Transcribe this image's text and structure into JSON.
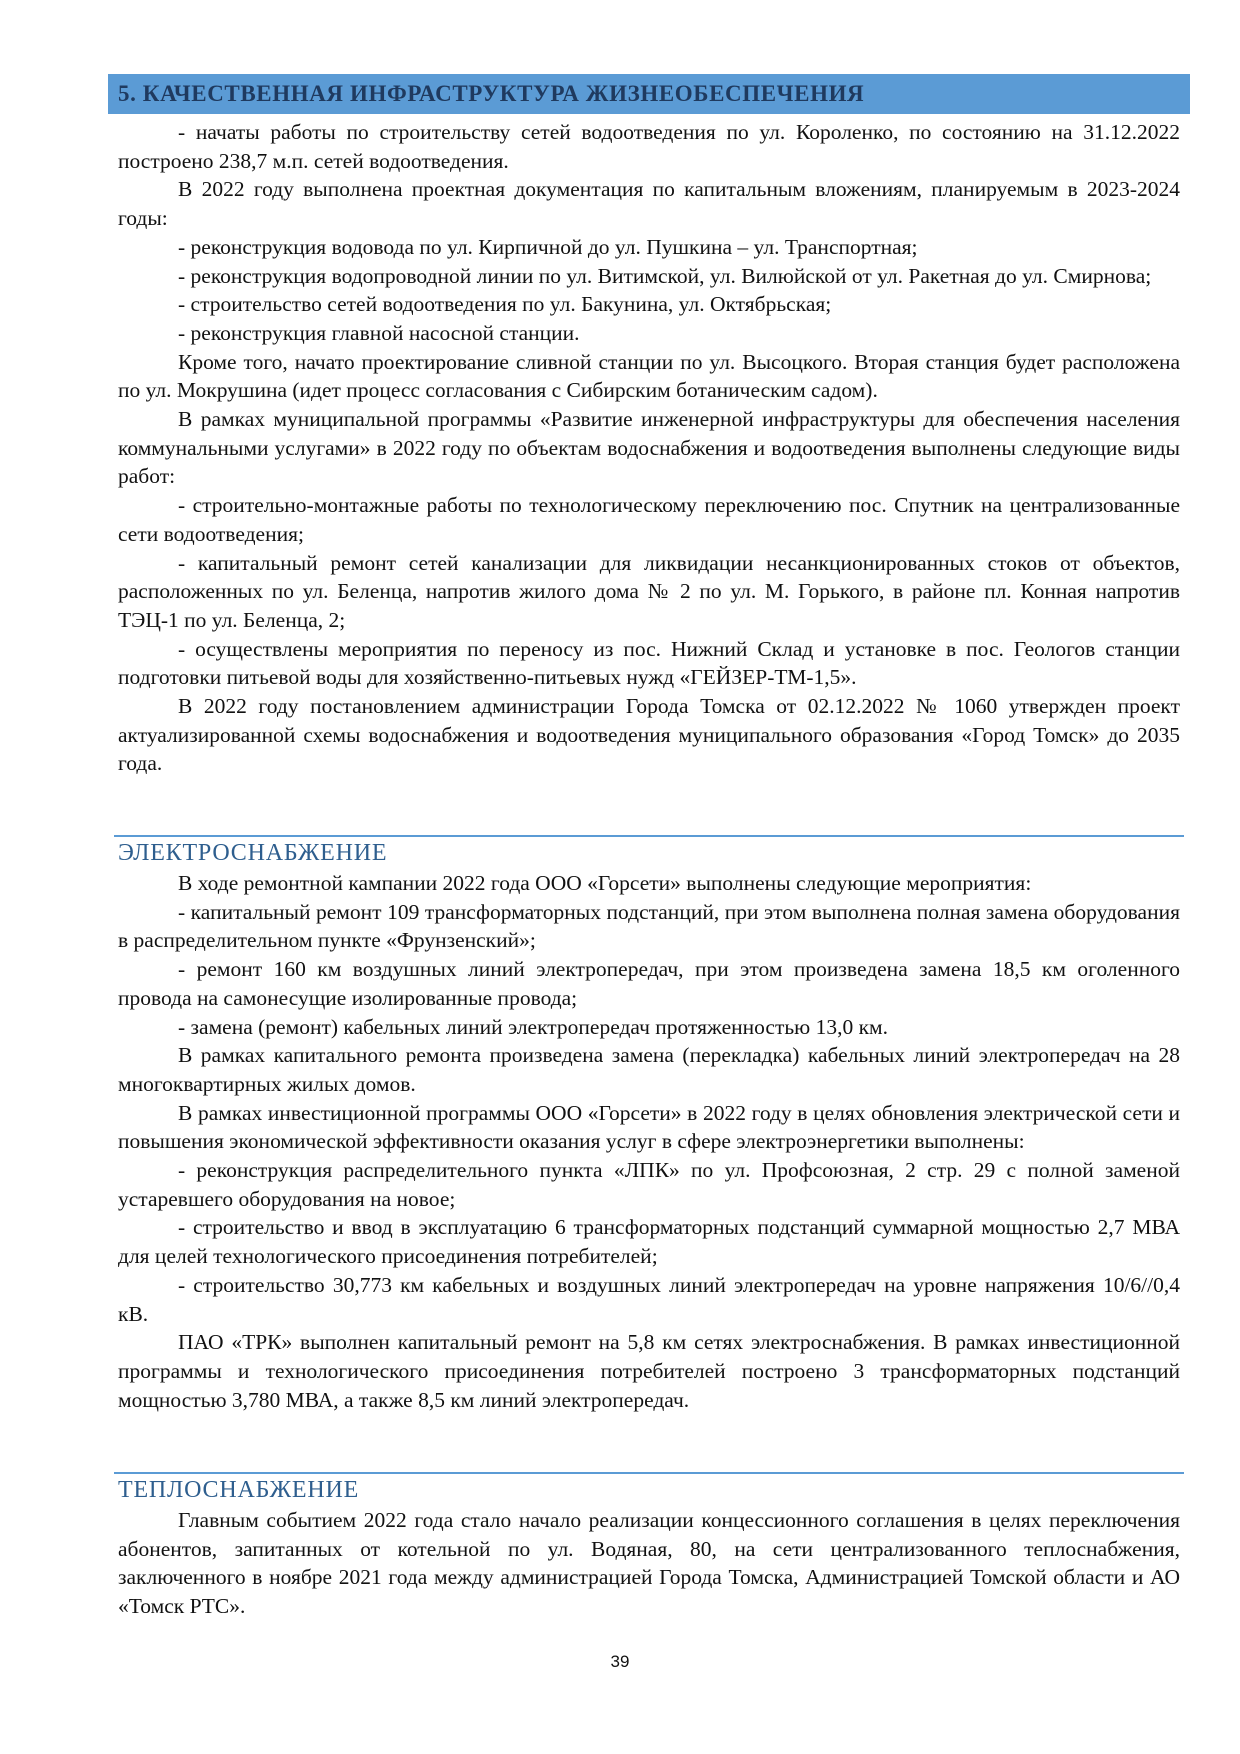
{
  "header": {
    "title": "5. КАЧЕСТВЕННАЯ ИНФРАСТРУКТУРА ЖИЗНЕОБЕСПЕЧЕНИЯ"
  },
  "water": {
    "paragraphs": [
      "- начаты работы по строительству сетей водоотведения по ул. Короленко, по состоянию на 31.12.2022 построено 238,7 м.п. сетей водоотведения.",
      "В 2022 году выполнена проектная документация по капитальным вложениям, планируемым в 2023-2024 годы:",
      "- реконструкция водовода по ул. Кирпичной до ул. Пушкина – ул. Транспортная;",
      "- реконструкция водопроводной линии по ул. Витимской, ул. Вилюйской от ул. Ракетная до ул. Смирнова;",
      "- строительство сетей водоотведения по ул. Бакунина, ул. Октябрьская;",
      "- реконструкция главной насосной станции.",
      "Кроме того, начато проектирование сливной станции по ул. Высоцкого. Вторая станция будет расположена по ул. Мокрушина (идет процесс согласования с Сибирским ботаническим садом).",
      "В рамках муниципальной программы «Развитие инженерной инфраструктуры для обеспечения населения коммунальными услугами» в 2022 году по объектам водоснабжения и водоотведения выполнены следующие виды работ:",
      "- строительно-монтажные работы по технологическому переключению пос. Спутник на централизованные сети водоотведения;",
      "- капитальный ремонт сетей канализации для ликвидации несанкционированных стоков от объектов, расположенных по ул. Беленца, напротив жилого дома № 2 по ул. М. Горького, в районе пл. Конная напротив ТЭЦ-1 по ул. Беленца, 2;",
      "- осуществлены мероприятия по переносу из пос. Нижний Склад и установке в пос. Геологов станции подготовки питьевой воды для хозяйственно-питьевых нужд «ГЕЙЗЕР-ТМ-1,5».",
      "В 2022 году постановлением администрации Города Томска от 02.12.2022 № 1060 утвержден проект актуализированной схемы водоснабжения и водоотведения муниципального образования «Город Томск» до 2035 года."
    ]
  },
  "electricity": {
    "title": "ЭЛЕКТРОСНАБЖЕНИЕ",
    "paragraphs": [
      "В ходе ремонтной кампании 2022 года ООО «Горсети» выполнены следующие мероприятия:",
      "- капитальный ремонт 109 трансформаторных подстанций, при этом выполнена полная замена оборудования в распределительном пункте «Фрунзенский»;",
      "- ремонт 160 км воздушных линий электропередач, при этом произведена замена 18,5 км оголенного провода на самонесущие изолированные провода;",
      "- замена (ремонт) кабельных линий электропередач протяженностью 13,0 км.",
      "В рамках капитального ремонта произведена замена (перекладка) кабельных линий электропередач на 28 многоквартирных жилых домов.",
      "В рамках инвестиционной программы ООО «Горсети» в 2022 году в целях обновления электрической сети и повышения экономической эффективности оказания услуг в сфере электроэнергетики выполнены:",
      "- реконструкция распределительного пункта «ЛПК» по ул. Профсоюзная, 2 стр. 29 с полной заменой устаревшего оборудования на новое;",
      "- строительство и ввод в эксплуатацию 6 трансформаторных подстанций суммарной мощностью 2,7 МВА для целей технологического присоединения потребителей;",
      "- строительство 30,773 км кабельных и воздушных линий электропередач на уровне напряжения 10/6//0,4 кВ.",
      "ПАО «ТРК» выполнен капитальный ремонт на 5,8 км сетях электроснабжения. В рамках инвестиционной программы и технологического присоединения потребителей построено 3 трансформаторных подстанций мощностью 3,780 МВА, а также 8,5 км линий электропередач."
    ]
  },
  "heating": {
    "title": "ТЕПЛОСНАБЖЕНИЕ",
    "paragraphs": [
      "Главным событием 2022 года стало начало реализации концессионного соглашения в целях переключения абонентов, запитанных от котельной по ул. Водяная, 80, на сети централизованного теплоснабжения, заключенного в ноябре 2021 года между администрацией Города Томска, Администрацией Томской области и АО «Томск РТС»."
    ]
  },
  "footer": {
    "page_number": "39"
  }
}
